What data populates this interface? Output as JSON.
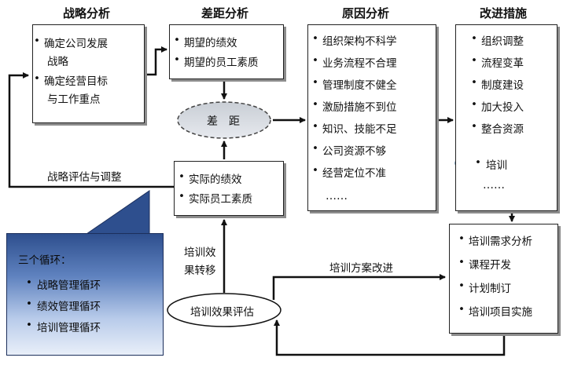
{
  "headers": {
    "strategy": "战略分析",
    "gap": "差距分析",
    "cause": "原因分析",
    "improve": "改进措施"
  },
  "strategy_box": [
    "确定公司发展",
    "战略",
    "确定经营目标",
    "与工作重点"
  ],
  "gap_box": [
    "期望的绩效",
    "期望的员工素质"
  ],
  "gap_node": "差　距",
  "actual_box": [
    "实际的绩效",
    "实际员工素质"
  ],
  "cause_box": [
    "组织架构不科学",
    "业务流程不合理",
    "管理制度不健全",
    "激励措施不到位",
    "知识、技能不足",
    "公司资源不够",
    "经营定位不准"
  ],
  "cause_ellipsis": "……",
  "improve_box": [
    "组织调整",
    "流程变革",
    "制度建设",
    "加大投入",
    "整合资源"
  ],
  "improve_training": "培训",
  "improve_ellipsis": "……",
  "training_box": [
    "培训需求分析",
    "课程开发",
    "计划制订",
    "培训项目实施"
  ],
  "labels": {
    "strategy_eval": "战略评估与调整",
    "transfer_1": "培训效",
    "transfer_2": "果转移",
    "plan_improve": "培训方案改进"
  },
  "eval_node": "培训效果评估",
  "callout": {
    "title": "三个循环：",
    "items": [
      "战略管理循环",
      "绩效管理循环",
      "培训管理循环"
    ]
  }
}
